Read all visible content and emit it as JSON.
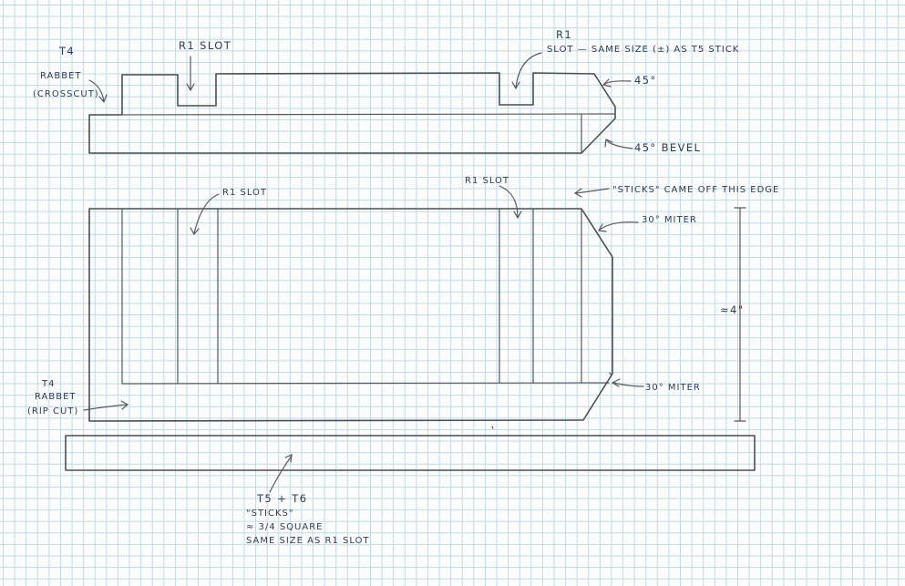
{
  "labels": {
    "t4_top": "T4",
    "rabbet_top": "RABBET",
    "crosscut": "(CROSSCUT)",
    "r1_slot_top_left": "R1 SLOT",
    "r1_top_right": "R1",
    "slot_same_size": "SLOT — SAME SIZE (±) AS T5 STICK",
    "angle_45": "45°",
    "bevel_45": "45° BEVEL",
    "r1_slot_mid_left": "R1 SLOT",
    "r1_slot_mid_right": "R1 SLOT",
    "sticks_edge": "\"STICKS\" CAME OFF THIS EDGE",
    "miter_30_top": "30° MITER",
    "approx_4": "≈4\"",
    "t4_lower": "T4",
    "rabbet_lower": "RABBET",
    "rip_cut": "(RIP CUT)",
    "miter_30_bottom": "30° MITER",
    "t5_t6": "T5 + T6",
    "sticks": "\"STICKS\"",
    "three_quarter_square": "≈ 3/4 SQUARE",
    "same_size_r1": "SAME SIZE AS R1 SLOT"
  }
}
